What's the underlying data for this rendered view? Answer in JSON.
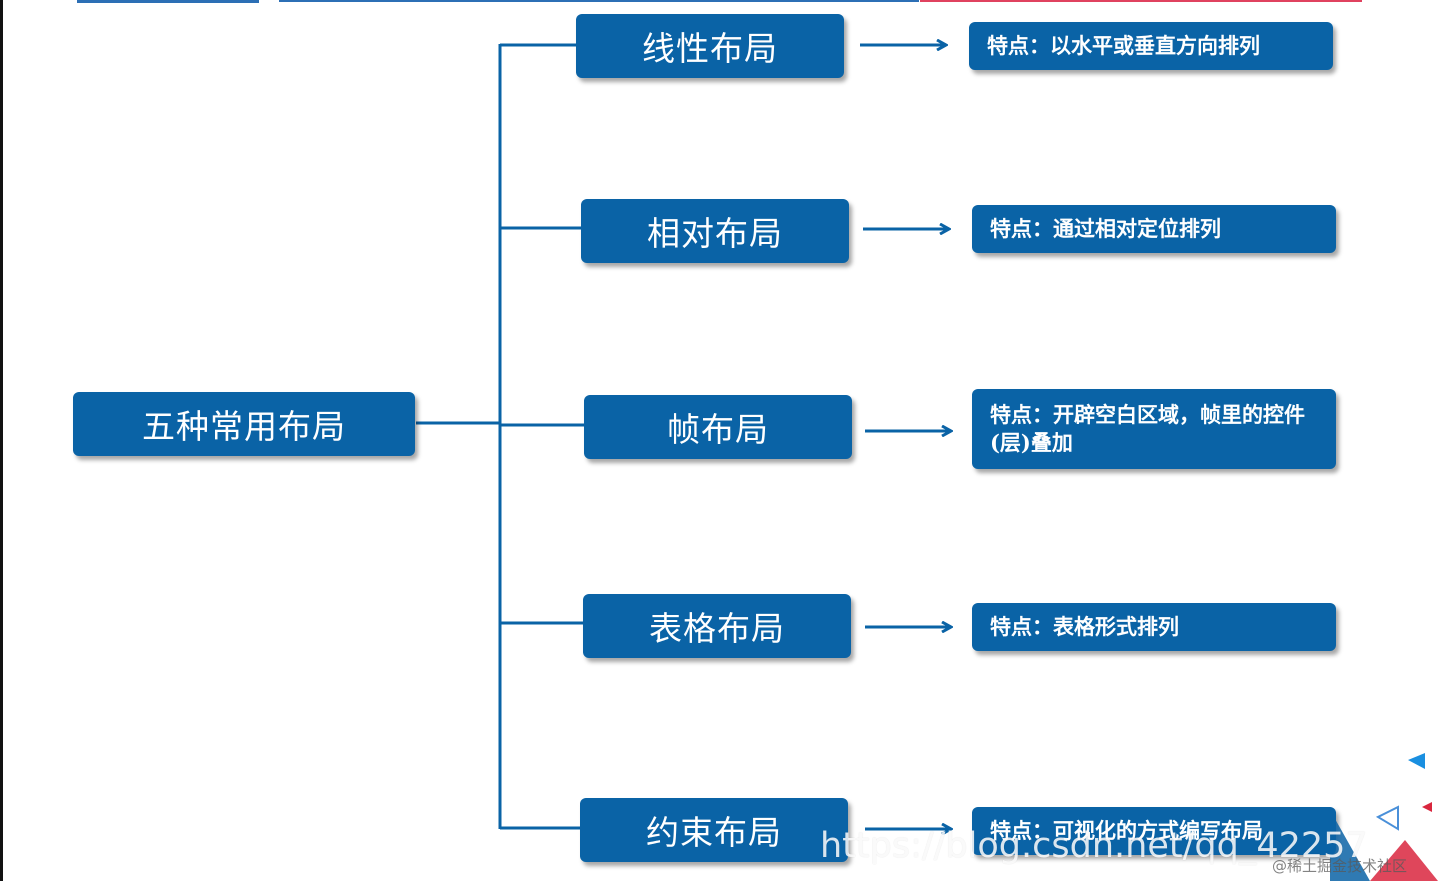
{
  "root": {
    "label": "五种常用布局"
  },
  "layouts": [
    {
      "label": "线性布局",
      "feature": "特点：以水平或垂直方向排列"
    },
    {
      "label": "相对布局",
      "feature": "特点：通过相对定位排列"
    },
    {
      "label": "帧布局",
      "feature": "特点：开辟空白区域，帧里的控件(层)叠加"
    },
    {
      "label": "表格布局",
      "feature": "特点：表格形式排列"
    },
    {
      "label": "约束布局",
      "feature": "特点：可视化的方式编写布局"
    }
  ],
  "watermark": {
    "url": "https://blog.csdn.net/qq_42257",
    "site": "@稀土掘金技术社区"
  },
  "colors": {
    "box": "#0a63a6",
    "connector": "#0a63a6",
    "accent_red": "#e0425f"
  }
}
